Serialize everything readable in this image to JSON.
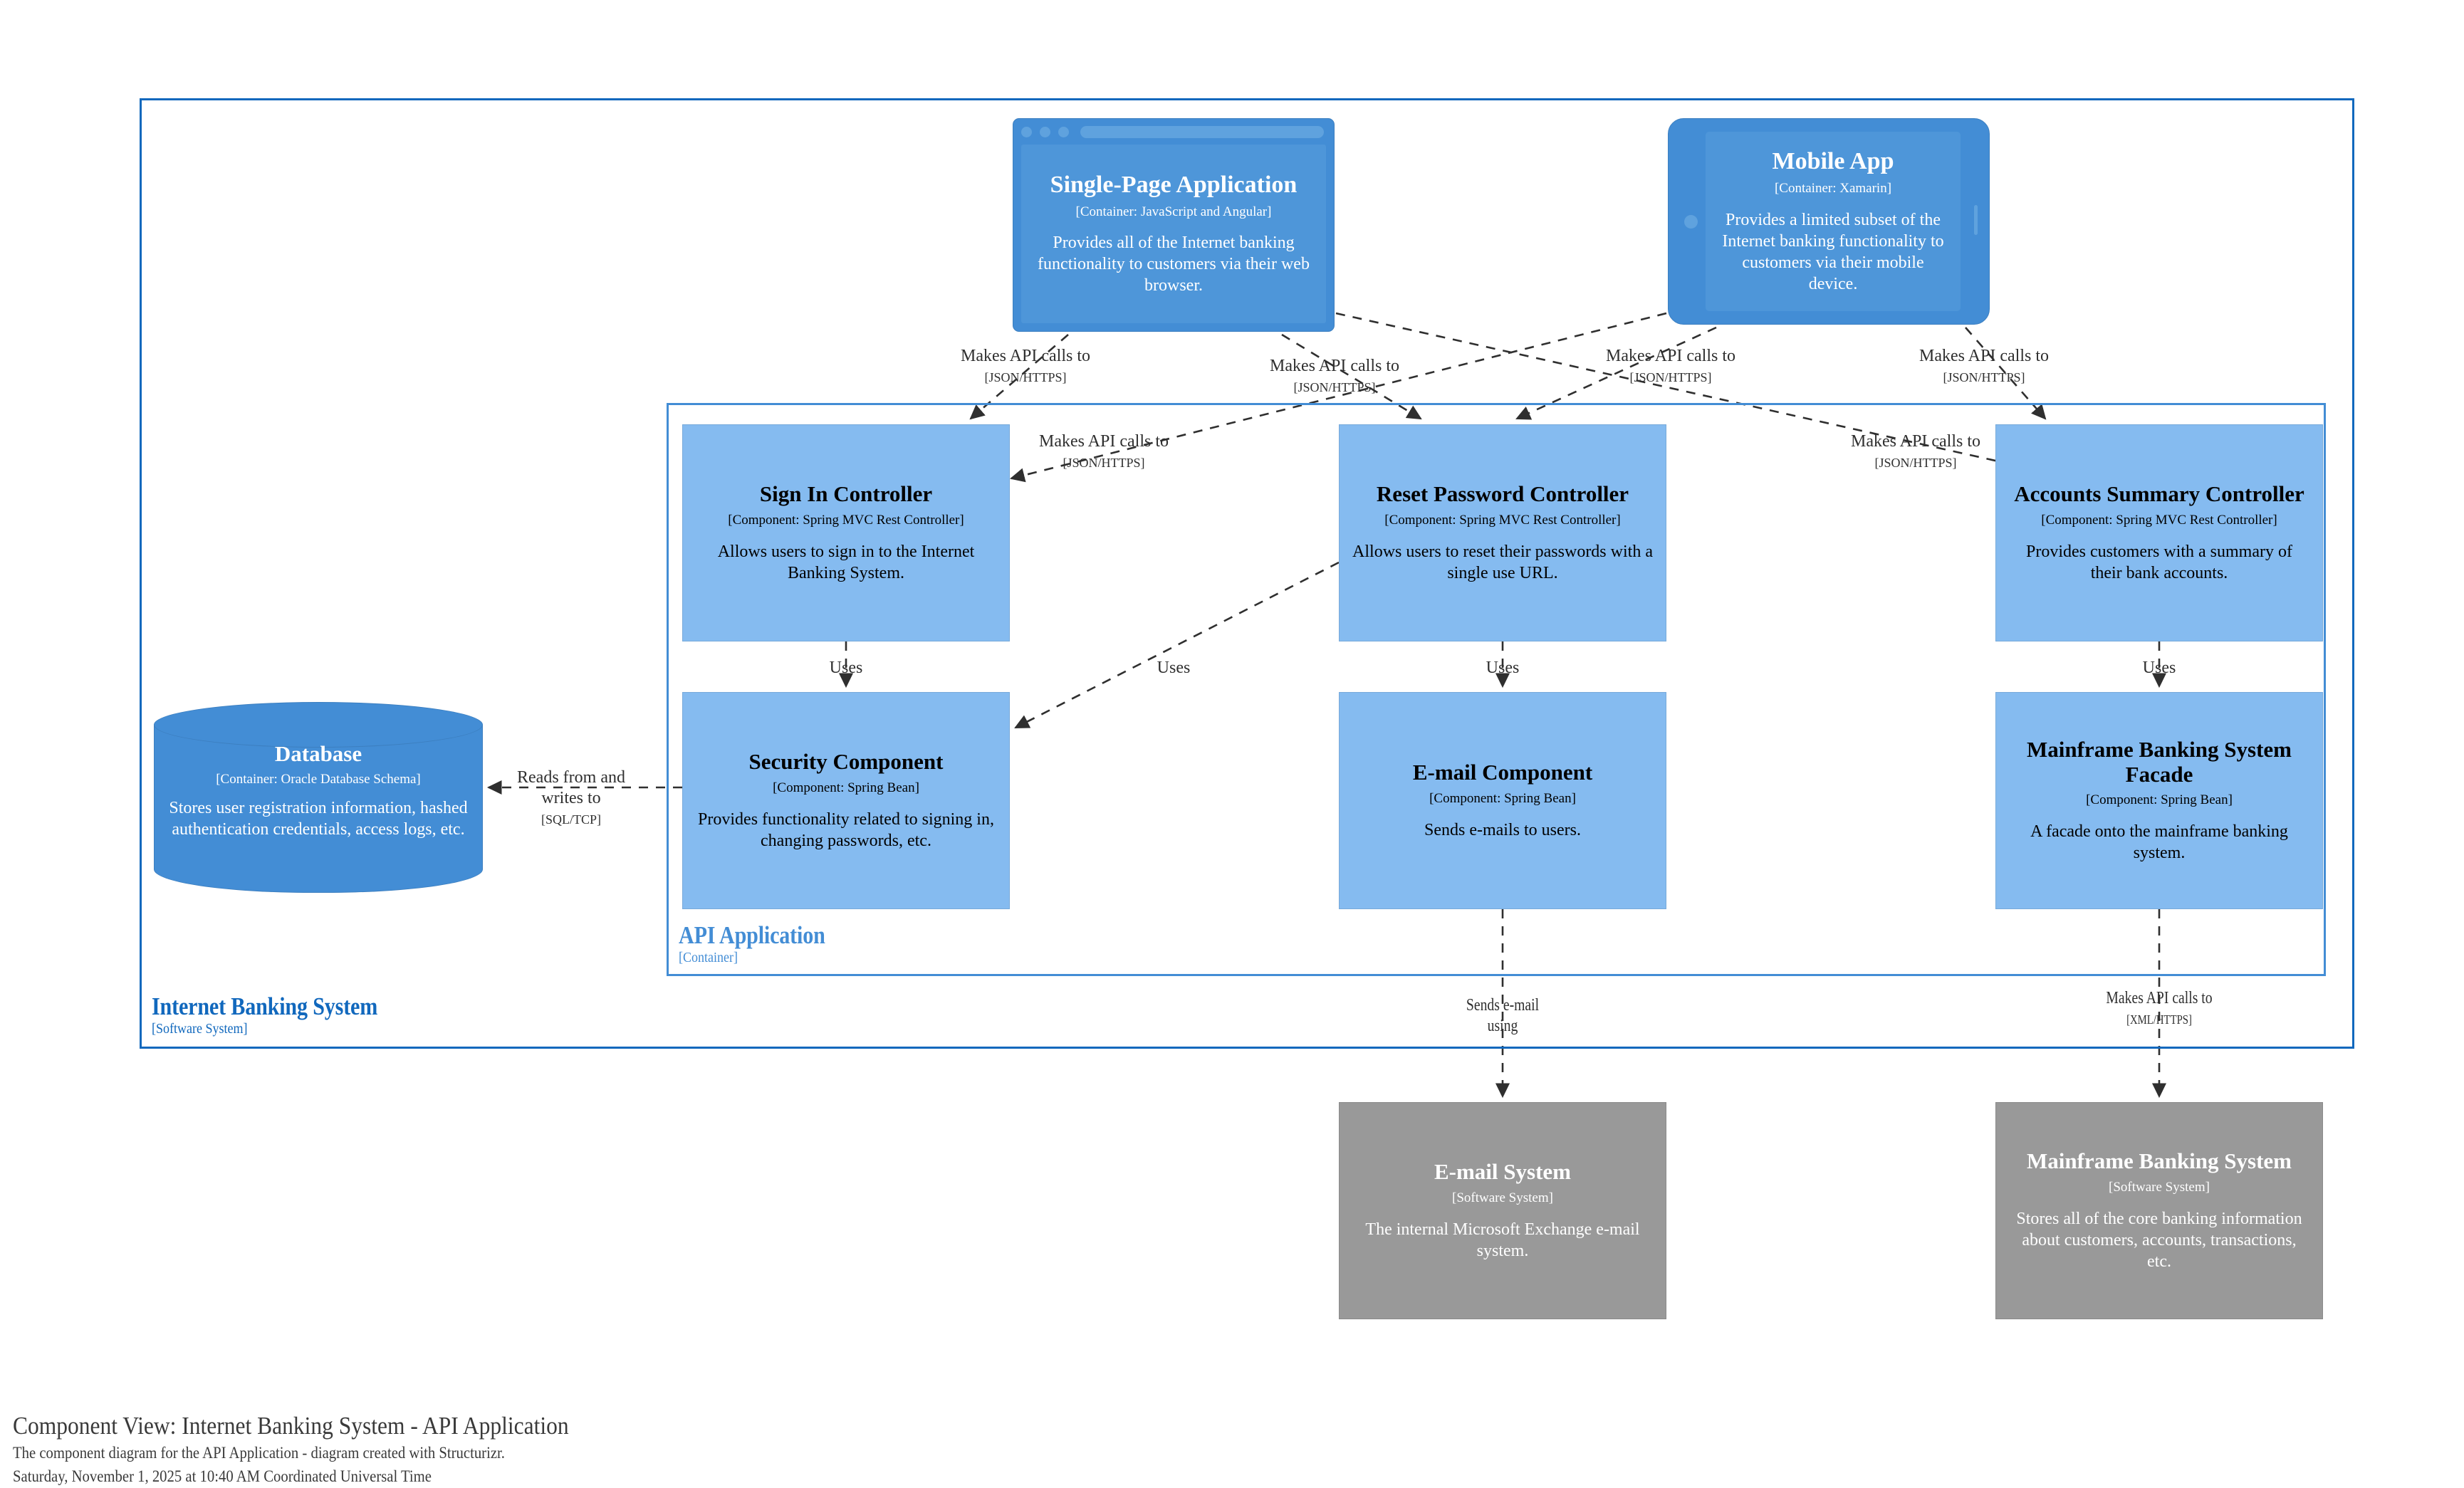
{
  "diagram": {
    "title": "Component View: Internet Banking System - API Application",
    "subtitle": "The component diagram for the API Application - diagram created with Structurizr.",
    "timestamp": "Saturday, November 1, 2025 at 10:40 AM Coordinated Universal Time"
  },
  "colors": {
    "container": "#438DD5",
    "component": "#85BBF0",
    "external": "#999999",
    "system_boundary": "#1168BD",
    "container_boundary": "#438DD5",
    "edge": "#2F2F2F"
  },
  "boundaries": {
    "system": {
      "name": "Internet Banking System",
      "meta": "[Software System]"
    },
    "container": {
      "name": "API Application",
      "meta": "[Container]"
    }
  },
  "nodes": {
    "spa": {
      "name": "Single-Page Application",
      "meta": "[Container: JavaScript and Angular]",
      "description": "Provides all of the Internet banking functionality to customers via their web browser."
    },
    "mobile": {
      "name": "Mobile App",
      "meta": "[Container: Xamarin]",
      "description": "Provides a limited subset of the Internet banking functionality to customers via their mobile device."
    },
    "database": {
      "name": "Database",
      "meta": "[Container: Oracle Database Schema]",
      "description": "Stores user registration information, hashed authentication credentials, access logs, etc."
    },
    "sign_in_controller": {
      "name": "Sign In Controller",
      "meta": "[Component: Spring MVC Rest Controller]",
      "description": "Allows users to sign in to the Internet Banking System."
    },
    "reset_password_controller": {
      "name": "Reset Password Controller",
      "meta": "[Component: Spring MVC Rest Controller]",
      "description": "Allows users to reset their passwords with a single use URL."
    },
    "accounts_summary_controller": {
      "name": "Accounts Summary Controller",
      "meta": "[Component: Spring MVC Rest Controller]",
      "description": "Provides customers with a summary of their bank accounts."
    },
    "security_component": {
      "name": "Security Component",
      "meta": "[Component: Spring Bean]",
      "description": "Provides functionality related to signing in, changing passwords, etc."
    },
    "email_component": {
      "name": "E-mail Component",
      "meta": "[Component: Spring Bean]",
      "description": "Sends e-mails to users."
    },
    "mainframe_facade": {
      "name": "Mainframe Banking System Facade",
      "meta": "[Component: Spring Bean]",
      "description": "A facade onto the mainframe banking system."
    },
    "email_system": {
      "name": "E-mail System",
      "meta": "[Software System]",
      "description": "The internal Microsoft Exchange e-mail system."
    },
    "mainframe_system": {
      "name": "Mainframe Banking System",
      "meta": "[Software System]",
      "description": "Stores all of the core banking information about customers, accounts, transactions, etc."
    }
  },
  "edges": [
    {
      "id": "spa-signin",
      "label": "Makes API calls to",
      "tech": "[JSON/HTTPS]"
    },
    {
      "id": "spa-reset",
      "label": "Makes API calls to",
      "tech": "[JSON/HTTPS]"
    },
    {
      "id": "spa-accounts",
      "label": "Makes API calls to",
      "tech": "[JSON/HTTPS]"
    },
    {
      "id": "mobile-signin",
      "label": "Makes API calls to",
      "tech": "[JSON/HTTPS]"
    },
    {
      "id": "mobile-reset",
      "label": "Makes API calls to",
      "tech": "[JSON/HTTPS]"
    },
    {
      "id": "mobile-accounts",
      "label": "Makes API calls to",
      "tech": "[JSON/HTTPS]"
    },
    {
      "id": "signin-security",
      "label": "Uses",
      "tech": ""
    },
    {
      "id": "reset-security",
      "label": "Uses",
      "tech": ""
    },
    {
      "id": "reset-email",
      "label": "Uses",
      "tech": ""
    },
    {
      "id": "accounts-mainframe",
      "label": "Uses",
      "tech": ""
    },
    {
      "id": "security-database",
      "label": "Reads from and writes to",
      "tech": "[SQL/TCP]"
    },
    {
      "id": "email-system",
      "label": "Sends e-mail using",
      "tech": ""
    },
    {
      "id": "mainframe-link",
      "label": "Makes API calls to",
      "tech": "[XML/HTTPS]"
    }
  ]
}
